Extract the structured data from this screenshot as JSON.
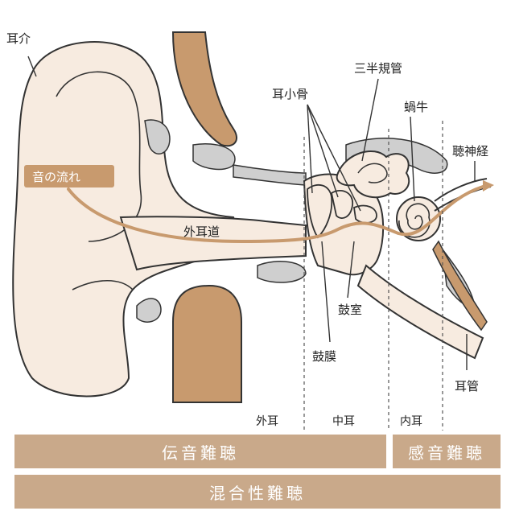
{
  "labels": {
    "auricle": "耳介",
    "sound_flow": "音の流れ",
    "ear_canal": "外耳道",
    "ossicles": "耳小骨",
    "semicircular_canals": "三半規管",
    "cochlea": "蝸牛",
    "auditory_nerve": "聴神経",
    "tympanic_cavity": "鼓室",
    "eardrum": "鼓膜",
    "eustachian_tube": "耳管"
  },
  "regions": {
    "outer": "外耳",
    "middle": "中耳",
    "inner": "内耳"
  },
  "bars": {
    "conductive": "伝音難聴",
    "sensorineural": "感音難聴",
    "mixed": "混合性難聴"
  },
  "colors": {
    "tan": "#c9a98a",
    "brown": "#c89a6e",
    "skin": "#f7ebe0",
    "gray": "#cfcfcf",
    "line": "#333333"
  }
}
